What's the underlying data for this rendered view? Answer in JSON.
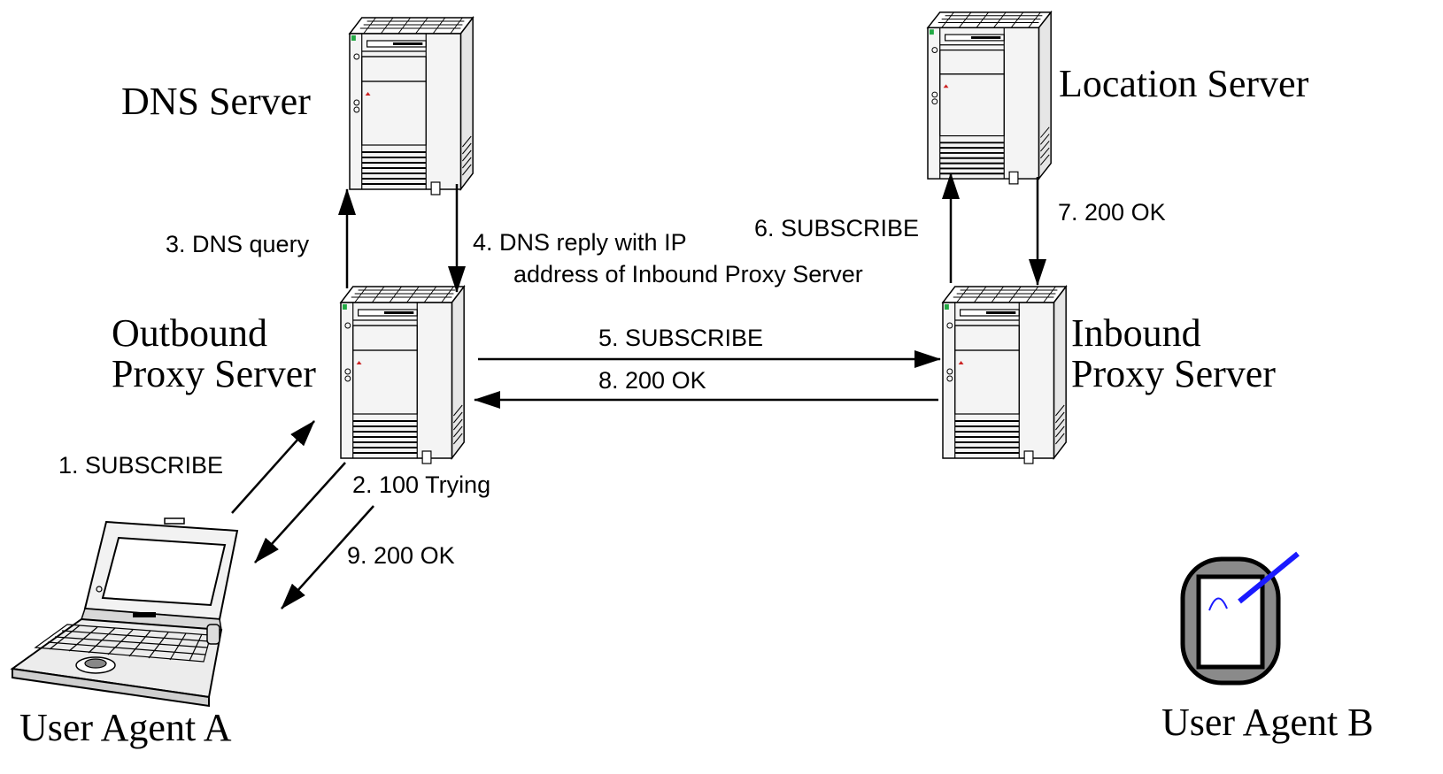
{
  "nodes": {
    "dns_server": "DNS Server",
    "location_server": "Location Server",
    "outbound_proxy_line1": "Outbound",
    "outbound_proxy_line2": "Proxy Server",
    "inbound_proxy_line1": "Inbound",
    "inbound_proxy_line2": "Proxy Server",
    "user_agent_a": "User Agent A",
    "user_agent_b": "User Agent B"
  },
  "messages": {
    "m1": "1. SUBSCRIBE",
    "m2": "2. 100 Trying",
    "m3": "3. DNS query",
    "m4_line1": "4. DNS reply with IP",
    "m4_line2": "address of Inbound Proxy Server",
    "m5": "5. SUBSCRIBE",
    "m6": "6. SUBSCRIBE",
    "m7": "7.  200 OK",
    "m8": "8.  200 OK",
    "m9": "9.  200 OK"
  },
  "colors": {
    "stroke": "#000000",
    "server_body": "#f4f4f4",
    "stylus": "#1a1aff",
    "pda_frame": "#8a8a8a"
  },
  "icons": {
    "server": "tower-server-icon",
    "laptop": "laptop-icon",
    "pda": "pda-icon"
  }
}
